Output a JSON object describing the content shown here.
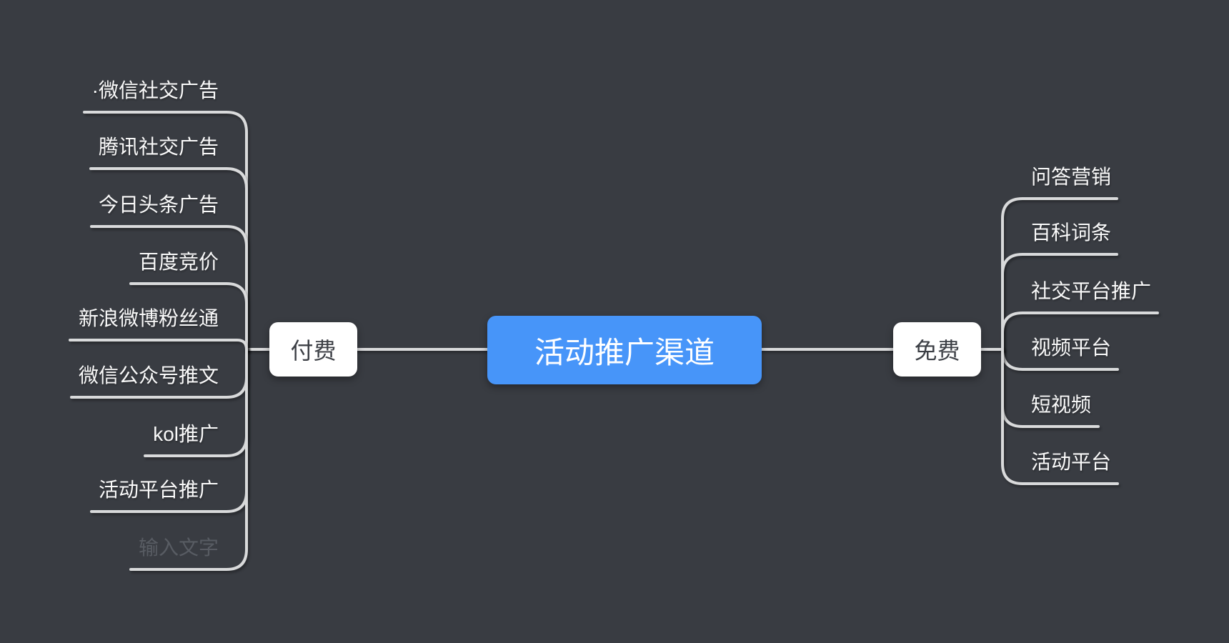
{
  "canvas": {
    "background_color": "#393c42",
    "line_color": "#d9dadb"
  },
  "root": {
    "label": "活动推广渠道",
    "bg_color": "#4795f9",
    "text_color": "#ffffff"
  },
  "branches": {
    "paid": {
      "label": "付费",
      "bg_color": "#ffffff",
      "text_color": "#3c3f45",
      "children": [
        {
          "label": "·微信社交广告"
        },
        {
          "label": "腾讯社交广告"
        },
        {
          "label": "今日头条广告"
        },
        {
          "label": "百度竞价"
        },
        {
          "label": "新浪微博粉丝通"
        },
        {
          "label": "微信公众号推文"
        },
        {
          "label": "kol推广"
        },
        {
          "label": "活动平台推广"
        },
        {
          "label": "输入文字",
          "placeholder": true,
          "placeholder_color": "#585c63"
        }
      ]
    },
    "free": {
      "label": "免费",
      "bg_color": "#ffffff",
      "text_color": "#3c3f45",
      "children": [
        {
          "label": "问答营销"
        },
        {
          "label": "百科词条"
        },
        {
          "label": "社交平台推广"
        },
        {
          "label": "视频平台"
        },
        {
          "label": "短视频"
        },
        {
          "label": "活动平台"
        }
      ]
    }
  }
}
